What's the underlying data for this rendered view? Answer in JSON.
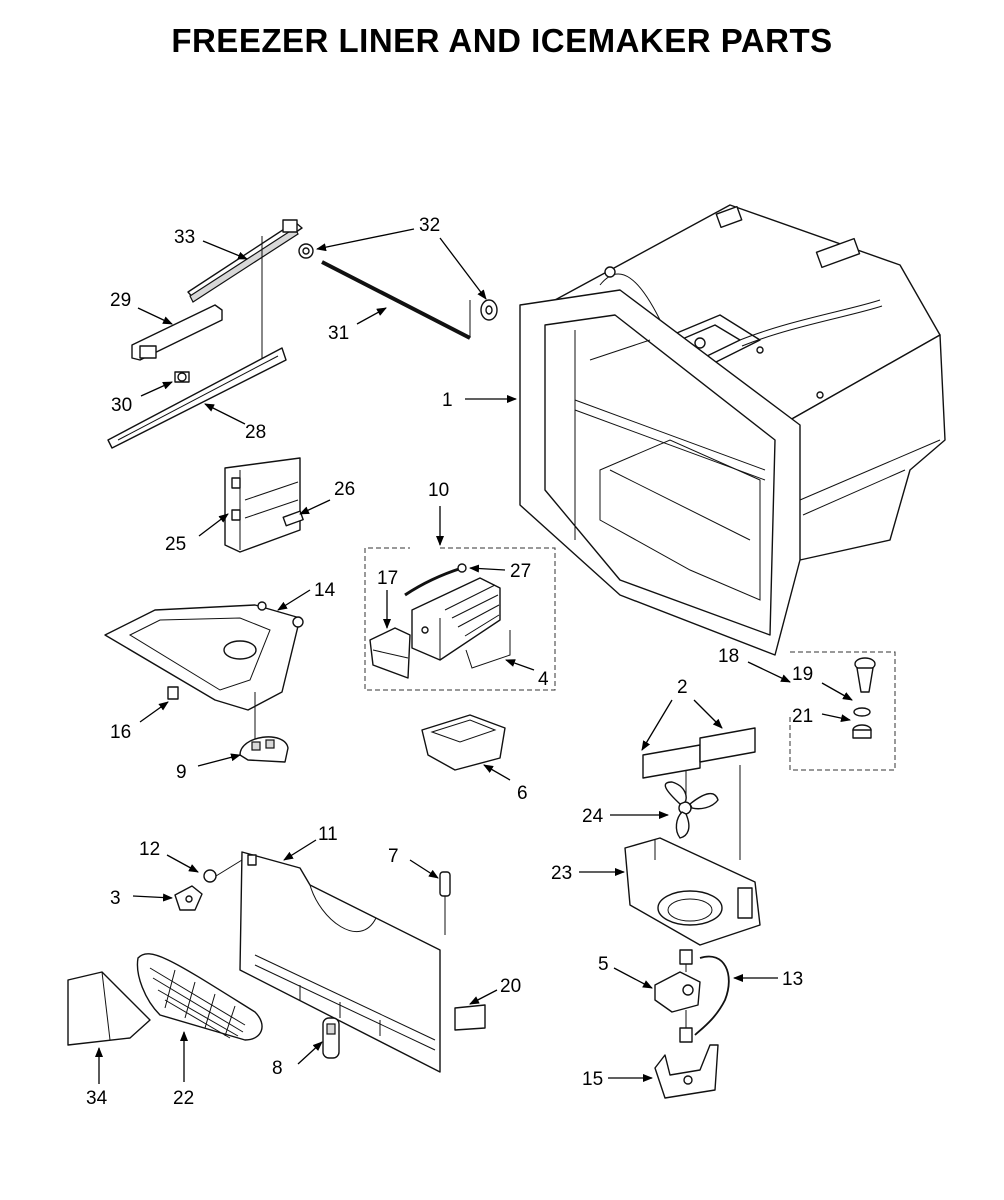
{
  "title": "FREEZER LINER AND ICEMAKER PARTS",
  "callouts": {
    "c1": "1",
    "c2": "2",
    "c3": "3",
    "c4": "4",
    "c5": "5",
    "c6": "6",
    "c7": "7",
    "c8": "8",
    "c9": "9",
    "c10": "10",
    "c11": "11",
    "c12": "12",
    "c13": "13",
    "c14": "14",
    "c15": "15",
    "c16": "16",
    "c17": "17",
    "c18": "18",
    "c19": "19",
    "c20": "20",
    "c21": "21",
    "c22": "22",
    "c23": "23",
    "c24": "24",
    "c25": "25",
    "c26": "26",
    "c27": "27",
    "c28": "28",
    "c29": "29",
    "c30": "30",
    "c31": "31",
    "c32": "32",
    "c33": "33",
    "c34": "34"
  },
  "colors": {
    "line": "#000000",
    "background": "#ffffff",
    "shade": "#d8d8d8"
  }
}
